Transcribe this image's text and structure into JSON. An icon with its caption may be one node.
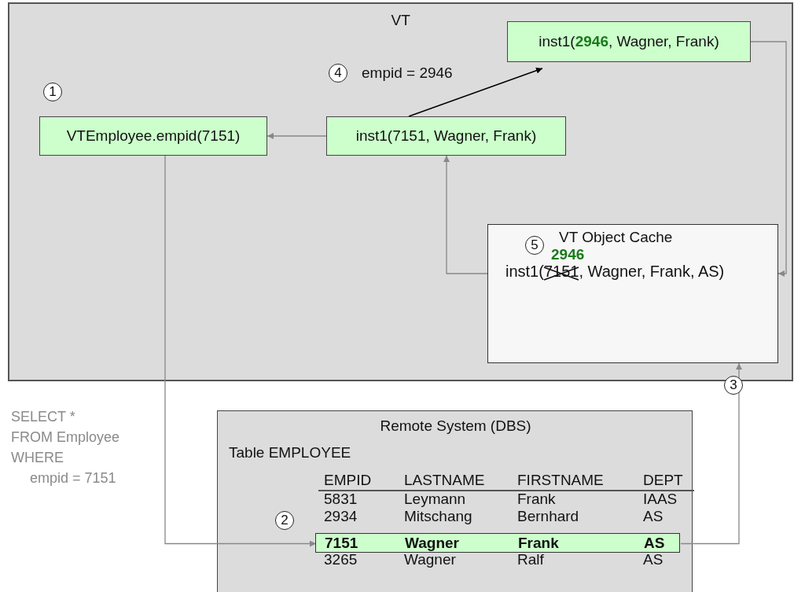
{
  "diagram": {
    "nodes": [
      {
        "text": [
          "VT"
        ]
      },
      {
        "text": [
          "VTEmployee.empid(7151)"
        ],
        "in": 0
      },
      {
        "text": [
          "inst1(7151, Wagner, Frank)"
        ],
        "in": 0
      },
      {
        "text": [
          "inst1(**2946**, Wagner, Frank)"
        ],
        "in": 0
      },
      {
        "text": [
          "VT Object Cache",
          "2946",
          "inst1(7151, Wagner, Frank, AS)"
        ],
        "in": 0
      },
      {
        "text": [
          "Remote System (DBS)",
          "Table EMPLOYEE"
        ]
      },
      {
        "text": [
          "7151",
          "Wagner",
          "Frank",
          "AS"
        ],
        "in": 5
      }
    ],
    "edges": [
      {
        "from": 2,
        "to": 1,
        "arrow": "to"
      },
      {
        "from": 2,
        "to": 3,
        "arrow": "to",
        "label": "empid = 2946",
        "color": "#000000"
      },
      {
        "from": 3,
        "to": 4,
        "arrow": "to"
      },
      {
        "from": 4,
        "to": 2,
        "arrow": "to"
      },
      {
        "from": 1,
        "to": 6,
        "arrow": "to"
      },
      {
        "from": 6,
        "to": 4,
        "arrow": "to"
      }
    ],
    "labels": [
      "4",
      "1",
      "5",
      "3",
      "SELECT *",
      "FROM Employee",
      "WHERE",
      "empid = 7151",
      "EMPID",
      "LASTNAME",
      "FIRSTNAME",
      "DEPT",
      "5831",
      "Leymann",
      "Frank",
      "IAAS",
      "2",
      "2934",
      "Mitschang",
      "Bernhard",
      "AS",
      "3265",
      "Wagner",
      "Ralf",
      "AS"
    ]
  }
}
